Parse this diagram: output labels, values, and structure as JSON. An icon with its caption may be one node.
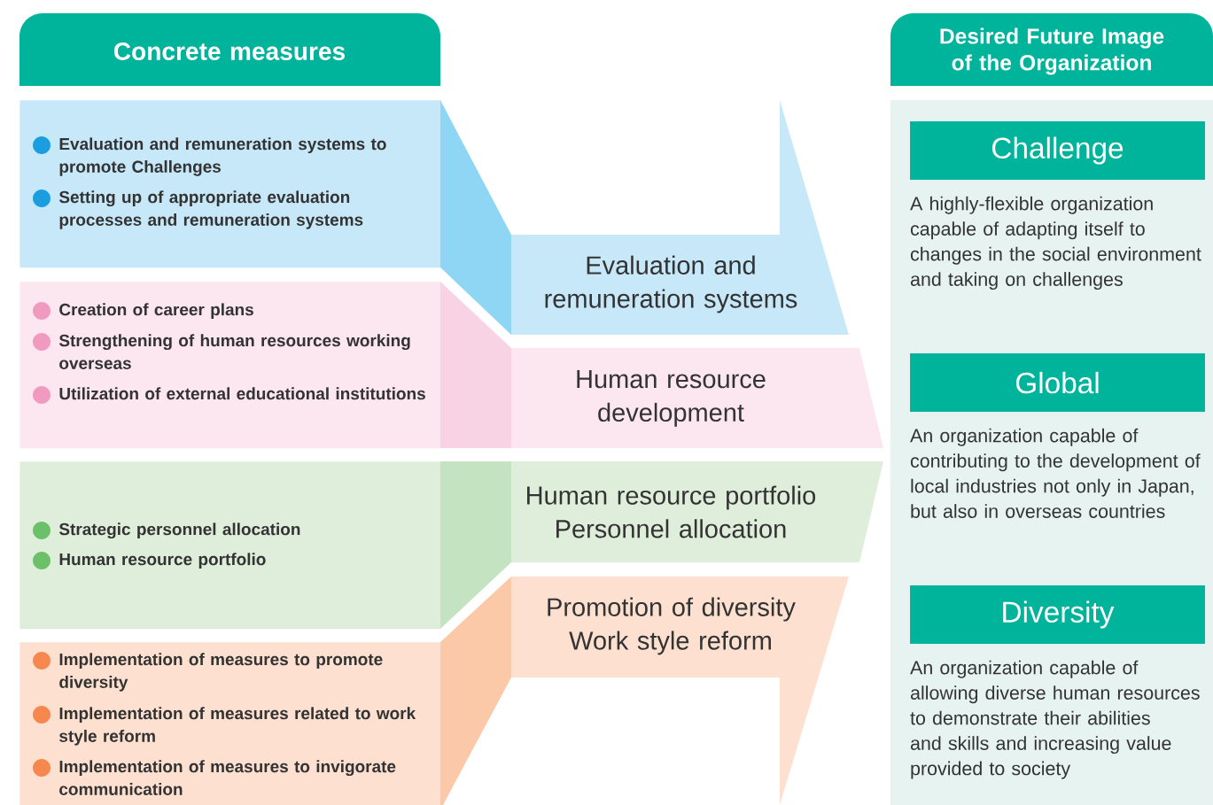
{
  "diagram": {
    "nodes": [
      {
        "text": [
          "Concrete measures"
        ]
      },
      {
        "text": [
          "Desired Future Image of the Organization"
        ]
      },
      {
        "text": [
          "Evaluation and remuneration systems to promote Challenges",
          "Setting up of appropriate evaluation processes and remuneration systems"
        ]
      },
      {
        "text": [
          "Creation of career plans",
          "Strengthening of human resources working overseas",
          "Utilization of external educational institutions"
        ]
      },
      {
        "text": [
          "Strategic personnel allocation",
          "Human resource portfolio"
        ]
      },
      {
        "text": [
          "Implementation of measures to promote diversity",
          "Implementation of measures related to work style reform",
          "Implementation of measures to invigorate communication"
        ]
      },
      {
        "text": [
          "Evaluation and remuneration systems"
        ]
      },
      {
        "text": [
          "Human resource development"
        ]
      },
      {
        "text": [
          "Human resource portfolio",
          "Personnel allocation"
        ]
      },
      {
        "text": [
          "Promotion of diversity",
          "Work style reform"
        ]
      },
      {
        "text": [],
        "shape": "box"
      },
      {
        "text": [
          "Challenge",
          "A highly-flexible organization capable of adapting itself to changes in the social environment and taking on challenges"
        ],
        "in": 10
      },
      {
        "text": [
          "Global",
          "An organization capable of contributing to the development of local industries not only in Japan, but also in overseas countries"
        ],
        "in": 10
      },
      {
        "text": [
          "Diversity",
          "An organization capable of allowing diverse human resources to demonstrate their abilities and skills and increasing value provided to society"
        ],
        "in": 10
      }
    ]
  }
}
